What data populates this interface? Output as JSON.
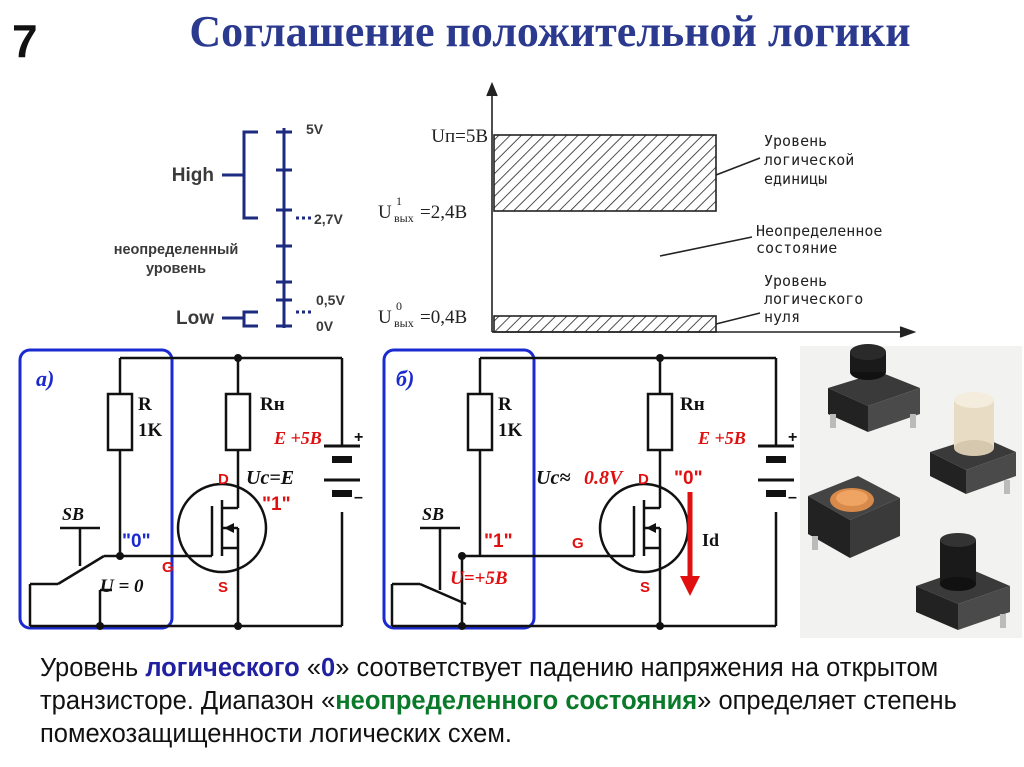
{
  "slide": {
    "number": "7",
    "title": "Соглашение положительной логики"
  },
  "levels_scale": {
    "high_label": "High",
    "undefined_label_line1": "неопределенный",
    "undefined_label_line2": "уровень",
    "low_label": "Low",
    "tick_5v": "5V",
    "tick_27v": "2,7V",
    "tick_05v": "0,5V",
    "tick_0v": "0V"
  },
  "levels_graph": {
    "u_supply": "Uп=5В",
    "u_out1_main": "U",
    "u_out1_sup": "1",
    "u_out1_sub": "вых",
    "u_out1_value": "=2,4В",
    "u_out0_main": "U",
    "u_out0_sup": "0",
    "u_out0_sub": "вых",
    "u_out0_value": "=0,4В",
    "zone1_line1": "Уровень",
    "zone1_line2": "логической",
    "zone1_line3": "единицы",
    "zone_mid_line1": "Неопределенное",
    "zone_mid_line2": "состояние",
    "zone0_line1": "Уровень",
    "zone0_line2": "логического",
    "zone0_line3": "нуля"
  },
  "circuit_a": {
    "tag": "а)",
    "r_label": "R",
    "r_value": "1K",
    "rn_label": "Rн",
    "sb_label": "SB",
    "node_label": "\"0\"",
    "u_label": "U = 0",
    "g_label": "G",
    "d_label": "D",
    "s_label": "S",
    "uc_label": "Uc=E",
    "out_label": "\"1\"",
    "e_label": "E +5В",
    "plus": "+",
    "minus": "–"
  },
  "circuit_b": {
    "tag": "б)",
    "r_label": "R",
    "r_value": "1K",
    "rn_label": "Rн",
    "sb_label": "SB",
    "node_label": "\"1\"",
    "u_label": "U=+5В",
    "g_label": "G",
    "d_label": "D",
    "s_label": "S",
    "uc_label": "Uc≈",
    "uc_value": "0.8V",
    "out_label": "\"0\"",
    "id_label": "Id",
    "e_label": "E +5В",
    "plus": "+",
    "minus": "–"
  },
  "caption": {
    "p1": "Уровень ",
    "p2": "логического",
    "p3": " «",
    "p4": "0",
    "p5": "» соответствует падению напряжения на открытом транзисторе. Диапазон «",
    "p6": "неопределенного состояния",
    "p7": "» определяет степень помехозащищенности логических схем."
  },
  "colors": {
    "title": "#2b3a8f",
    "scale": "#1c2a80",
    "blue_frame": "#1a2ad0",
    "red": "#e01010",
    "wire": "#111111"
  }
}
